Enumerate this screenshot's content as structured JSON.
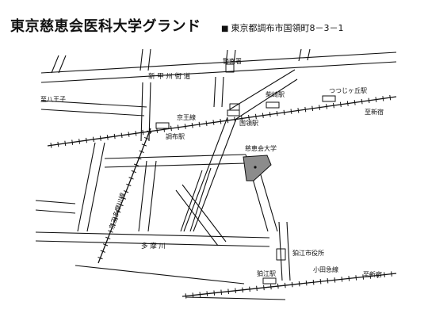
{
  "title": "東京慈恵会医科大学グランド",
  "address": "東京都調布市国領町8－3－1",
  "address_marker": "■",
  "labels": {
    "police": "警察署",
    "koshu_kaido": "新 甲 州 街 道",
    "to_hachioji": "至八王子",
    "to_shinjuku_top": "至新宿",
    "to_shinjuku_bottom": "至新宿",
    "keio_line": "京王線",
    "chofu_station": "調布駅",
    "kokuryo_station": "国領駅",
    "shibasaki_station": "柴崎駅",
    "tsutsujigaoka_station": "つつじヶ丘駅",
    "jikei_university": "慈恵会大学",
    "keio_tamagawa_line": "京王多摩川線",
    "tama_river": "多 摩 川",
    "komae_city_hall": "狛江市役所",
    "odakyu_line": "小田急線",
    "komae_station": "狛江駅"
  },
  "colors": {
    "ground_fill": "#8c8c8c",
    "line": "#111111"
  }
}
